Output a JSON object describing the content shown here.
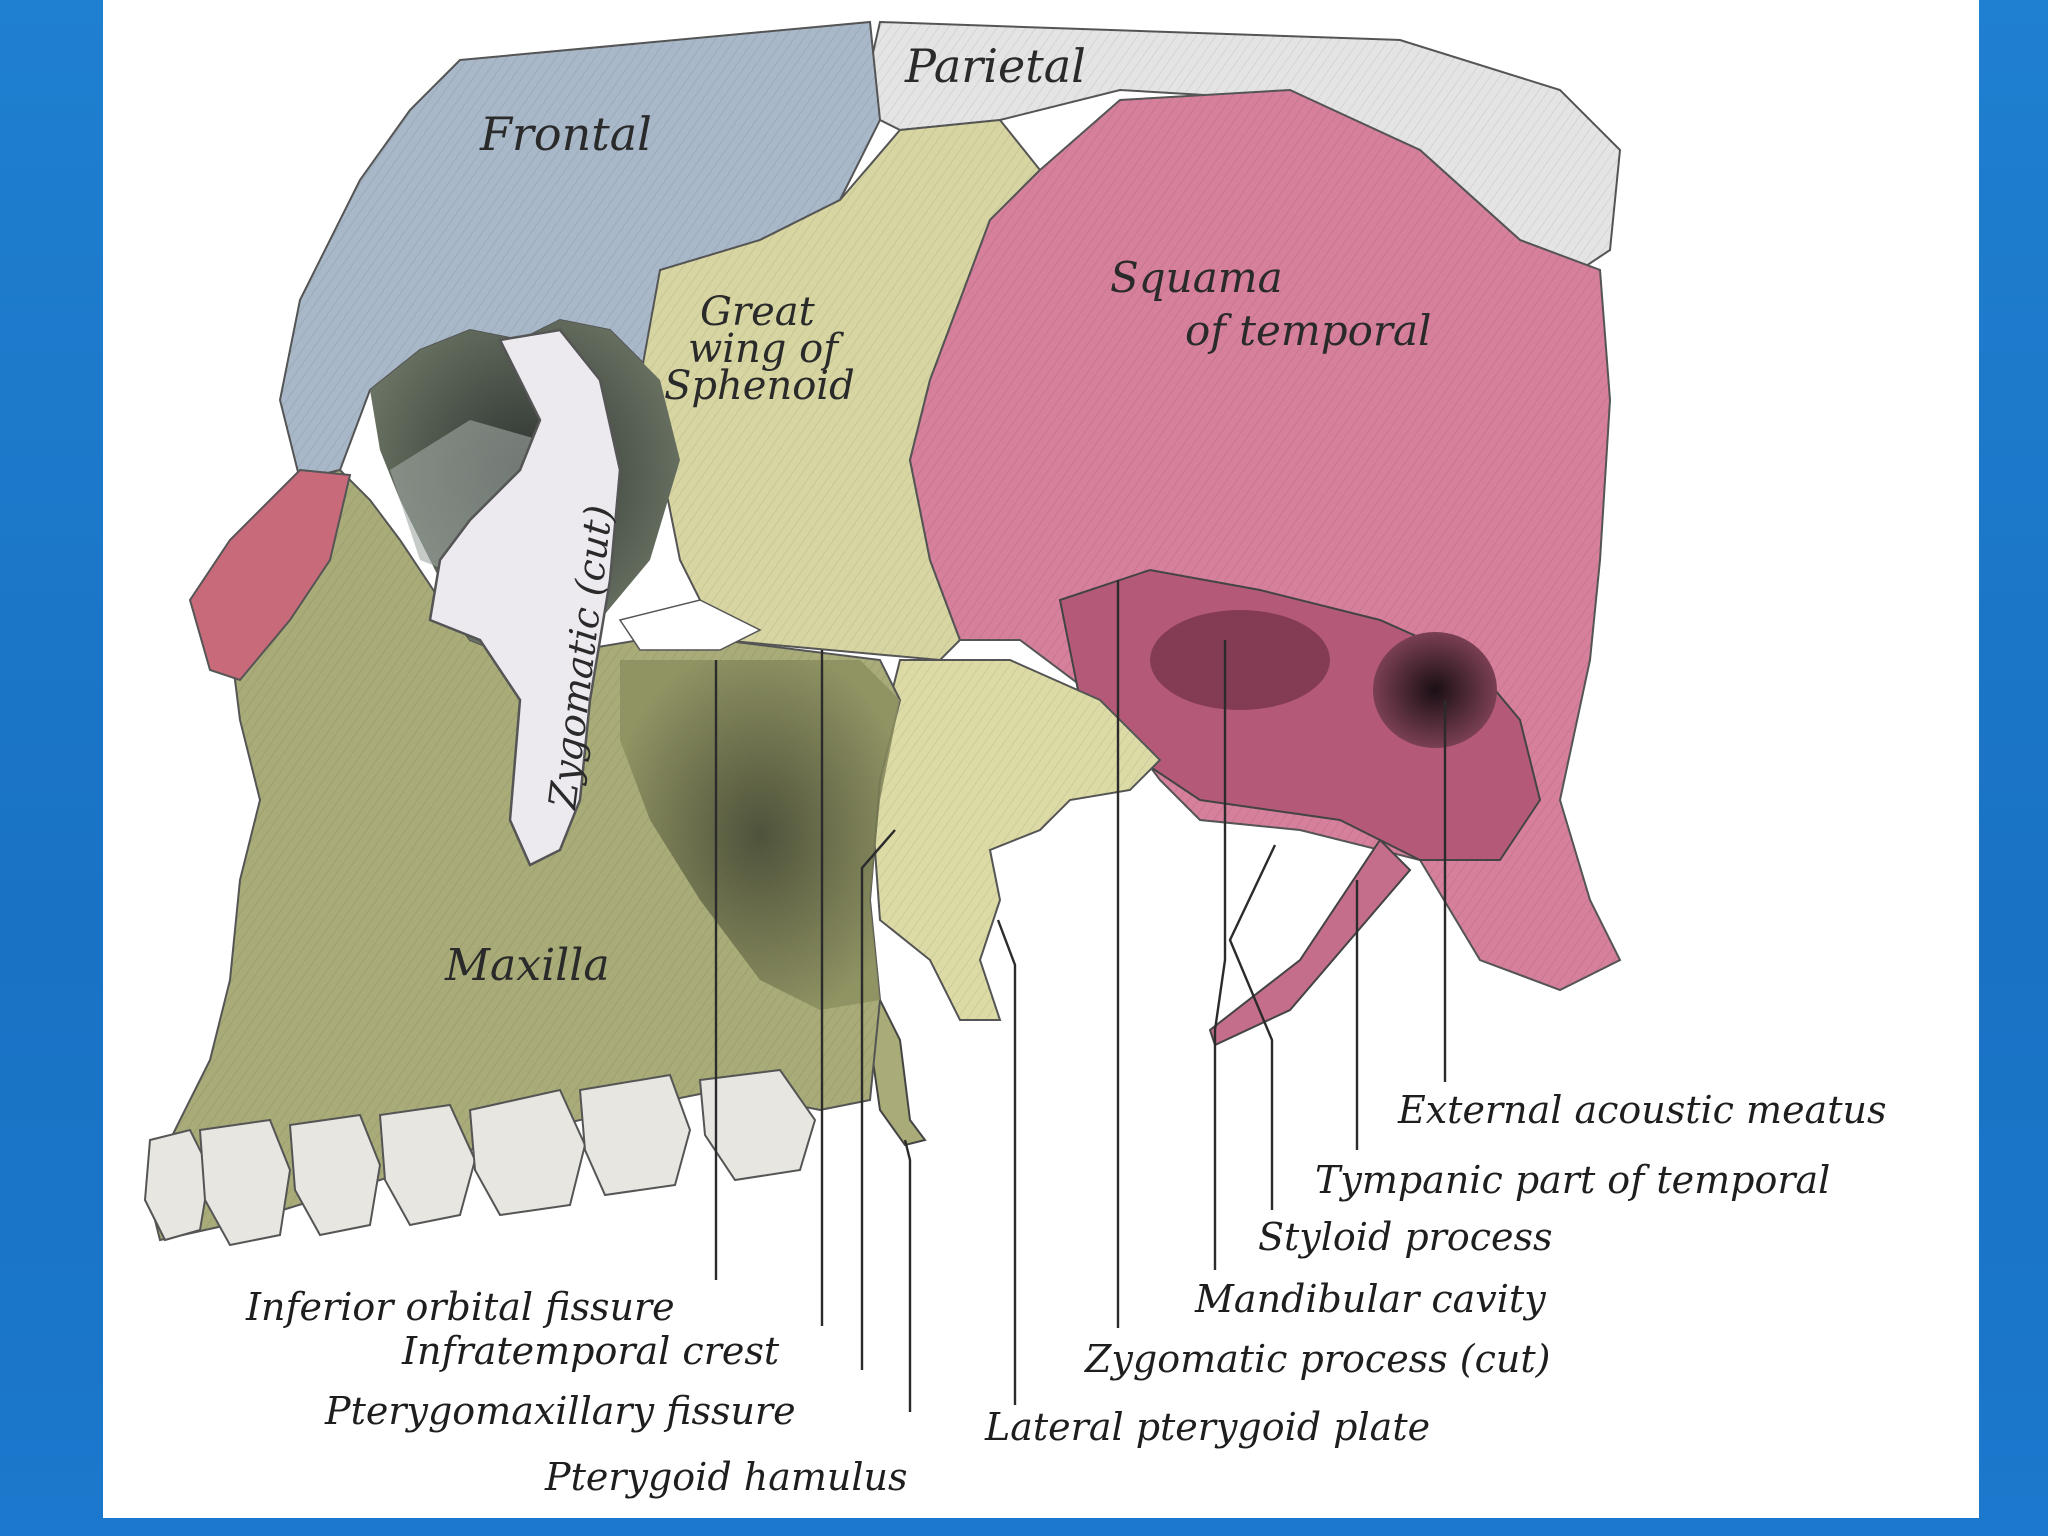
{
  "colors": {
    "background": "#1f7fd0",
    "panel": "#ffffff",
    "frontal": "#a8b8c8",
    "parietal": "#e4e4e4",
    "sphenoid": "#d7d6a2",
    "temporal": "#d6809c",
    "maxilla": "#a9ac78",
    "zygomatic": "#ece9ef",
    "nasal": "#c86a7a",
    "teeth": "#e8e6e0"
  },
  "regions": {
    "frontal": "Frontal",
    "parietal": "Parietal",
    "great_wing_line1": "Great",
    "great_wing_line2": "wing of",
    "great_wing_line3": "Sphenoid",
    "squama_line1": "Squama",
    "squama_line2": "of temporal",
    "zygomatic": "Zygomatic (cut)",
    "maxilla": "Maxilla"
  },
  "callouts": {
    "inferior_orbital_fissure": "Inferior orbital fissure",
    "infratemporal_crest": "Infratemporal crest",
    "pterygomaxillary_fissure": "Pterygomaxillary fissure",
    "pterygoid_hamulus": "Pterygoid hamulus",
    "lateral_pterygoid_plate": "Lateral pterygoid plate",
    "zygomatic_process": "Zygomatic process (cut)",
    "mandibular_cavity": "Mandibular cavity",
    "styloid_process": "Styloid process",
    "tympanic_part": "Tympanic part of temporal",
    "external_acoustic_meatus": "External acoustic meatus"
  }
}
